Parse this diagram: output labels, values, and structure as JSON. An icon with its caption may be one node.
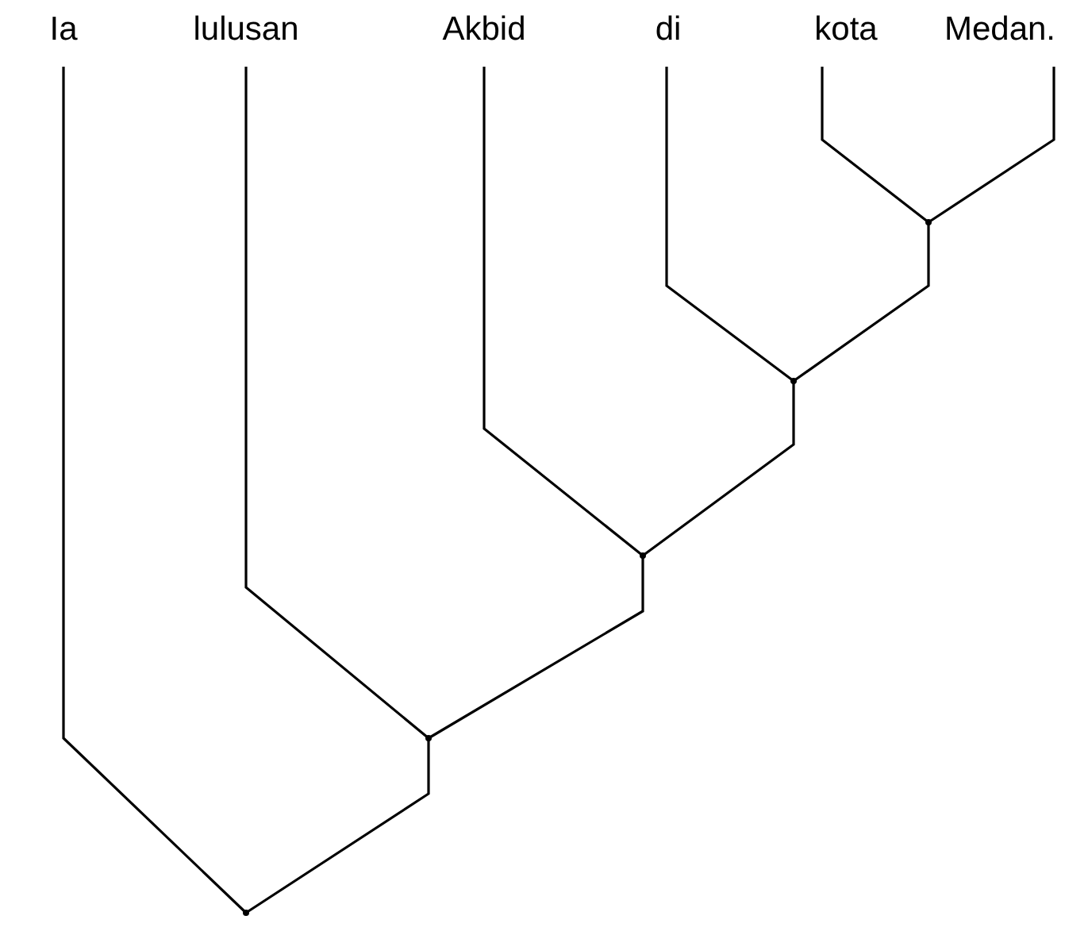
{
  "diagram": {
    "nodes": [
      {
        "text": [
          "Ia"
        ]
      },
      {
        "text": [
          "lulusan"
        ]
      },
      {
        "text": [
          "Akbid"
        ]
      },
      {
        "text": [
          "di"
        ]
      },
      {
        "text": [
          "kota"
        ]
      },
      {
        "text": [
          "Medan."
        ]
      },
      {
        "text": [],
        "shape": "point"
      },
      {
        "text": [],
        "shape": "point"
      },
      {
        "text": [],
        "shape": "point"
      },
      {
        "text": [],
        "shape": "point"
      },
      {
        "text": [],
        "shape": "point"
      }
    ],
    "edges": [
      {
        "from": 4,
        "to": 6,
        "arrow": "none"
      },
      {
        "from": 5,
        "to": 6,
        "arrow": "none"
      },
      {
        "from": 3,
        "to": 7,
        "arrow": "none"
      },
      {
        "from": 6,
        "to": 7,
        "arrow": "none"
      },
      {
        "from": 2,
        "to": 8,
        "arrow": "none"
      },
      {
        "from": 7,
        "to": 8,
        "arrow": "none"
      },
      {
        "from": 1,
        "to": 9,
        "arrow": "none"
      },
      {
        "from": 8,
        "to": 9,
        "arrow": "none"
      },
      {
        "from": 0,
        "to": 10,
        "arrow": "none"
      },
      {
        "from": 9,
        "to": 10,
        "arrow": "none"
      }
    ]
  }
}
